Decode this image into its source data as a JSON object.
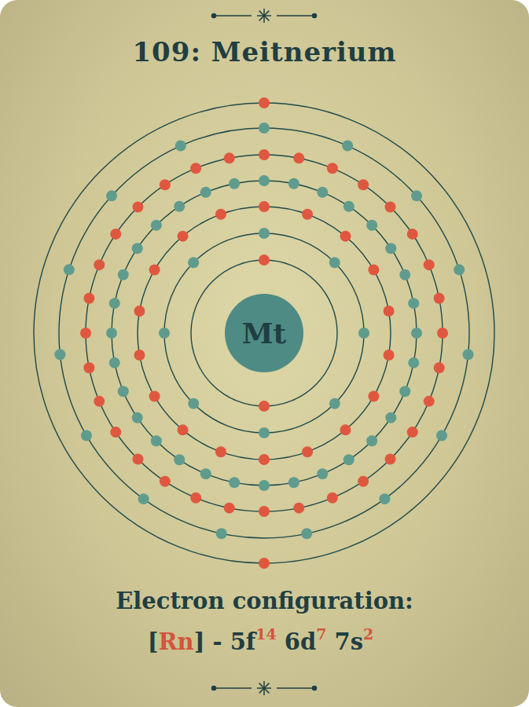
{
  "diagram": {
    "title": "109: Meitnerium",
    "nodes": [
      {
        "text": [
          "Mt"
        ]
      }
    ],
    "labels": [
      "Electron configuration:",
      "[",
      "Rn",
      "] - 5f",
      "14",
      "6d",
      "7",
      "7s",
      "2"
    ]
  }
}
